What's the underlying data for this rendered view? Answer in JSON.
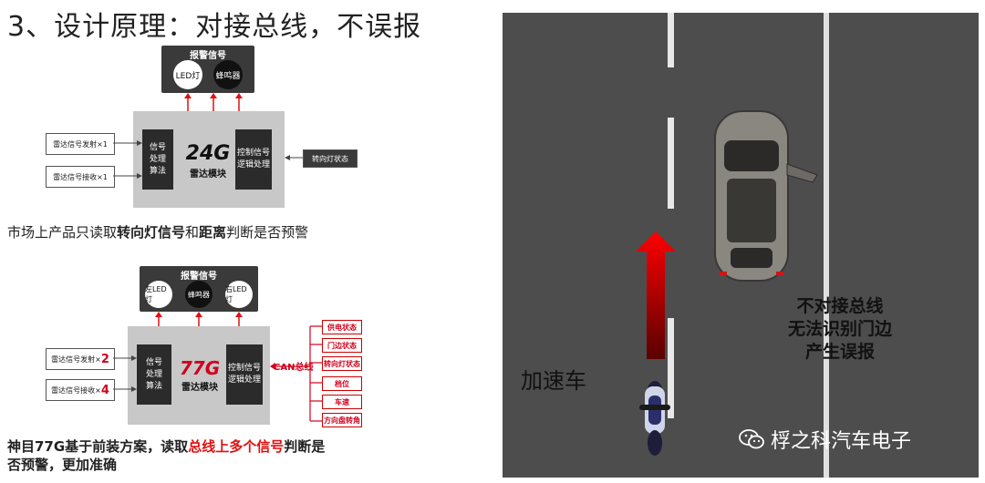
{
  "title": "3、设计原理：对接总线，不误报",
  "diagram1": {
    "alarm_title": "报警信号",
    "led": "LED灯",
    "buzzer": "蜂鸣器",
    "radar_tx": "雷达信号发射×1",
    "radar_rx": "雷达信号接收×1",
    "signal_proc": [
      "信号",
      "处理",
      "算法"
    ],
    "module_brand": "24G",
    "module_name": "雷达模块",
    "control": [
      "控制信号",
      "逻辑处理"
    ],
    "turn_signal": "转向灯状态"
  },
  "caption1": {
    "pre": "市场上产品只读取",
    "b1": "转向灯信号",
    "mid": "和",
    "b2": "距离",
    "post": "判断是否预警"
  },
  "diagram2": {
    "alarm_title": "报警信号",
    "left_led": "左LED灯",
    "buzzer": "蜂鸣器",
    "right_led": "右LED灯",
    "radar_tx": "雷达信号发射×",
    "radar_tx_n": "2",
    "radar_rx": "雷达信号接收×",
    "radar_rx_n": "4",
    "signal_proc": [
      "信号",
      "处理",
      "算法"
    ],
    "module_brand": "77G",
    "module_name": "雷达模块",
    "control": [
      "控制信号",
      "逻辑处理"
    ],
    "can": "CAN总线",
    "bus_items": [
      "供电状态",
      "门边状态",
      "转向灯状态",
      "档位",
      "车速",
      "方向盘转角"
    ]
  },
  "caption2": {
    "line1_pre": "神目77G基于前装方案，读取",
    "line1_red": "总线上多个信号",
    "line1_post": "判断是",
    "line2": "否预警，更加准确"
  },
  "road": {
    "accel_label": "加速车",
    "warning": [
      "不对接总线",
      "无法识别门边",
      "产生误报"
    ],
    "watermark": "桴之科汽车电子"
  },
  "colors": {
    "red": "#e01010",
    "road": "#4d4d4d",
    "accent_red": "#d1001c"
  }
}
